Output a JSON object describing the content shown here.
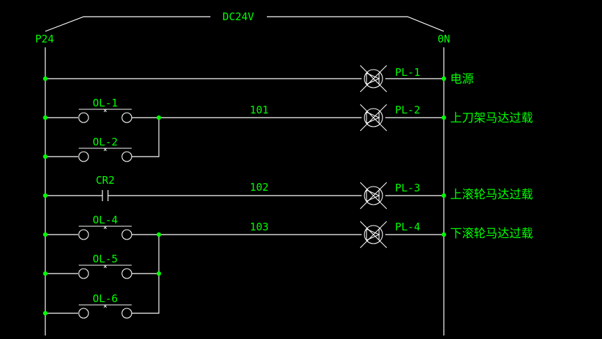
{
  "diagram": {
    "title": "DC24V",
    "left_rail": "P24",
    "right_rail": "0N",
    "colors": {
      "wire": "#ffffff",
      "label": "#00ff00",
      "node": "#00ff00",
      "background": "#000000"
    },
    "rungs": [
      {
        "lamp": "PL-1",
        "desc": "电源",
        "wire": "",
        "contacts": []
      },
      {
        "lamp": "PL-2",
        "desc": "上刀架马达过载",
        "wire": "101",
        "contacts": [
          "OL-1",
          "OL-2"
        ]
      },
      {
        "lamp": "PL-3",
        "desc": "上滚轮马达过载",
        "wire": "102",
        "contacts": [
          "CR2"
        ]
      },
      {
        "lamp": "PL-4",
        "desc": "下滚轮马达过载",
        "wire": "103",
        "contacts": [
          "OL-4",
          "OL-5",
          "OL-6"
        ]
      }
    ]
  }
}
